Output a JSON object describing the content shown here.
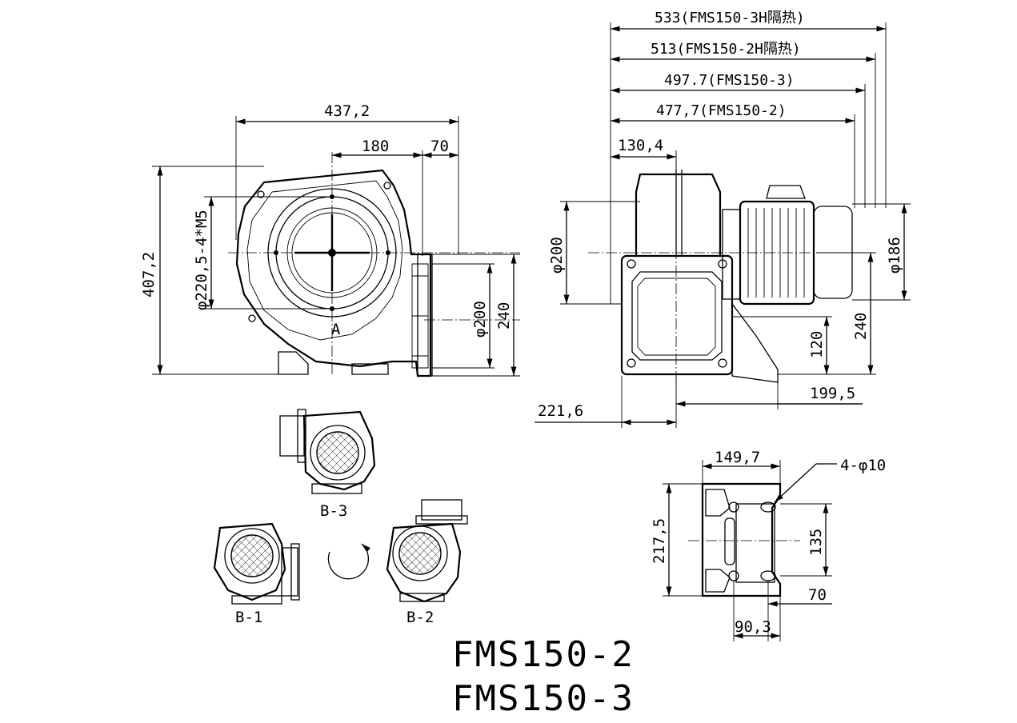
{
  "title_lines": [
    "FMS150-2",
    "FMS150-3"
  ],
  "front_view": {
    "width_total": "437,2",
    "width_180": "180",
    "width_70": "70",
    "height_total": "407,2",
    "bolt_circle": "φ220,5-4*M5",
    "outlet_dia": "φ200",
    "outlet_h": "240",
    "section_mark": "A"
  },
  "side_view": {
    "len_533": "533(FMS150-3H隔热)",
    "len_513": "513(FMS150-2H隔热)",
    "len_497": "497.7(FMS150-3)",
    "len_477": "477,7(FMS150-2)",
    "len_130": "130,4",
    "inlet_dia": "φ200",
    "motor_dia": "φ186",
    "h_120": "120",
    "h_240": "240",
    "w_199": "199,5",
    "w_221": "221,6"
  },
  "base_view": {
    "w_149": "149,7",
    "holes": "4-φ10",
    "h_217": "217,5",
    "h_135": "135",
    "w_70": "70",
    "w_90": "90,3"
  },
  "orientations": [
    "B-3",
    "B-1",
    "B-2"
  ]
}
